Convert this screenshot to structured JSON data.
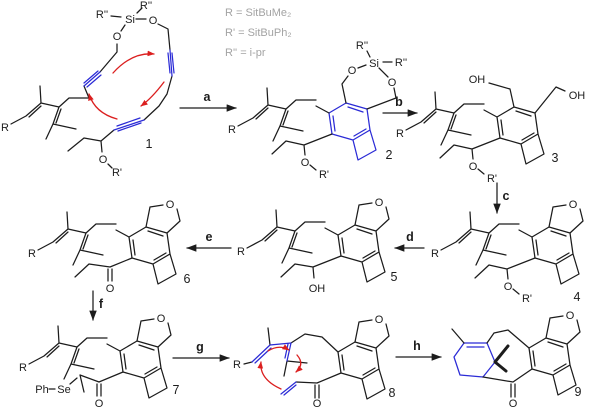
{
  "colors": {
    "bond": "#1c1c1c",
    "highlight": "#2b2bd6",
    "arrow": "#db1f1f",
    "legendgray": "#a3a3a3",
    "background": "#ffffff"
  },
  "legend": {
    "line1": "R = SitBuMe₂",
    "line2": "R' = SitBuPh₂",
    "line3": "R'' = i-pr"
  },
  "steps": {
    "a": "a",
    "b": "b",
    "c": "c",
    "d": "d",
    "e": "e",
    "f": "f",
    "g": "g",
    "h": "h"
  },
  "compounds": {
    "n1": "1",
    "n2": "2",
    "n3": "3",
    "n4": "4",
    "n5": "5",
    "n6": "6",
    "n7": "7",
    "n8": "8",
    "n9": "9"
  },
  "atoms": {
    "o": "O",
    "oh": "OH",
    "si": "Si",
    "r": "R",
    "r1": "R'",
    "r2": "R''",
    "ph": "Ph",
    "se": "Se"
  }
}
